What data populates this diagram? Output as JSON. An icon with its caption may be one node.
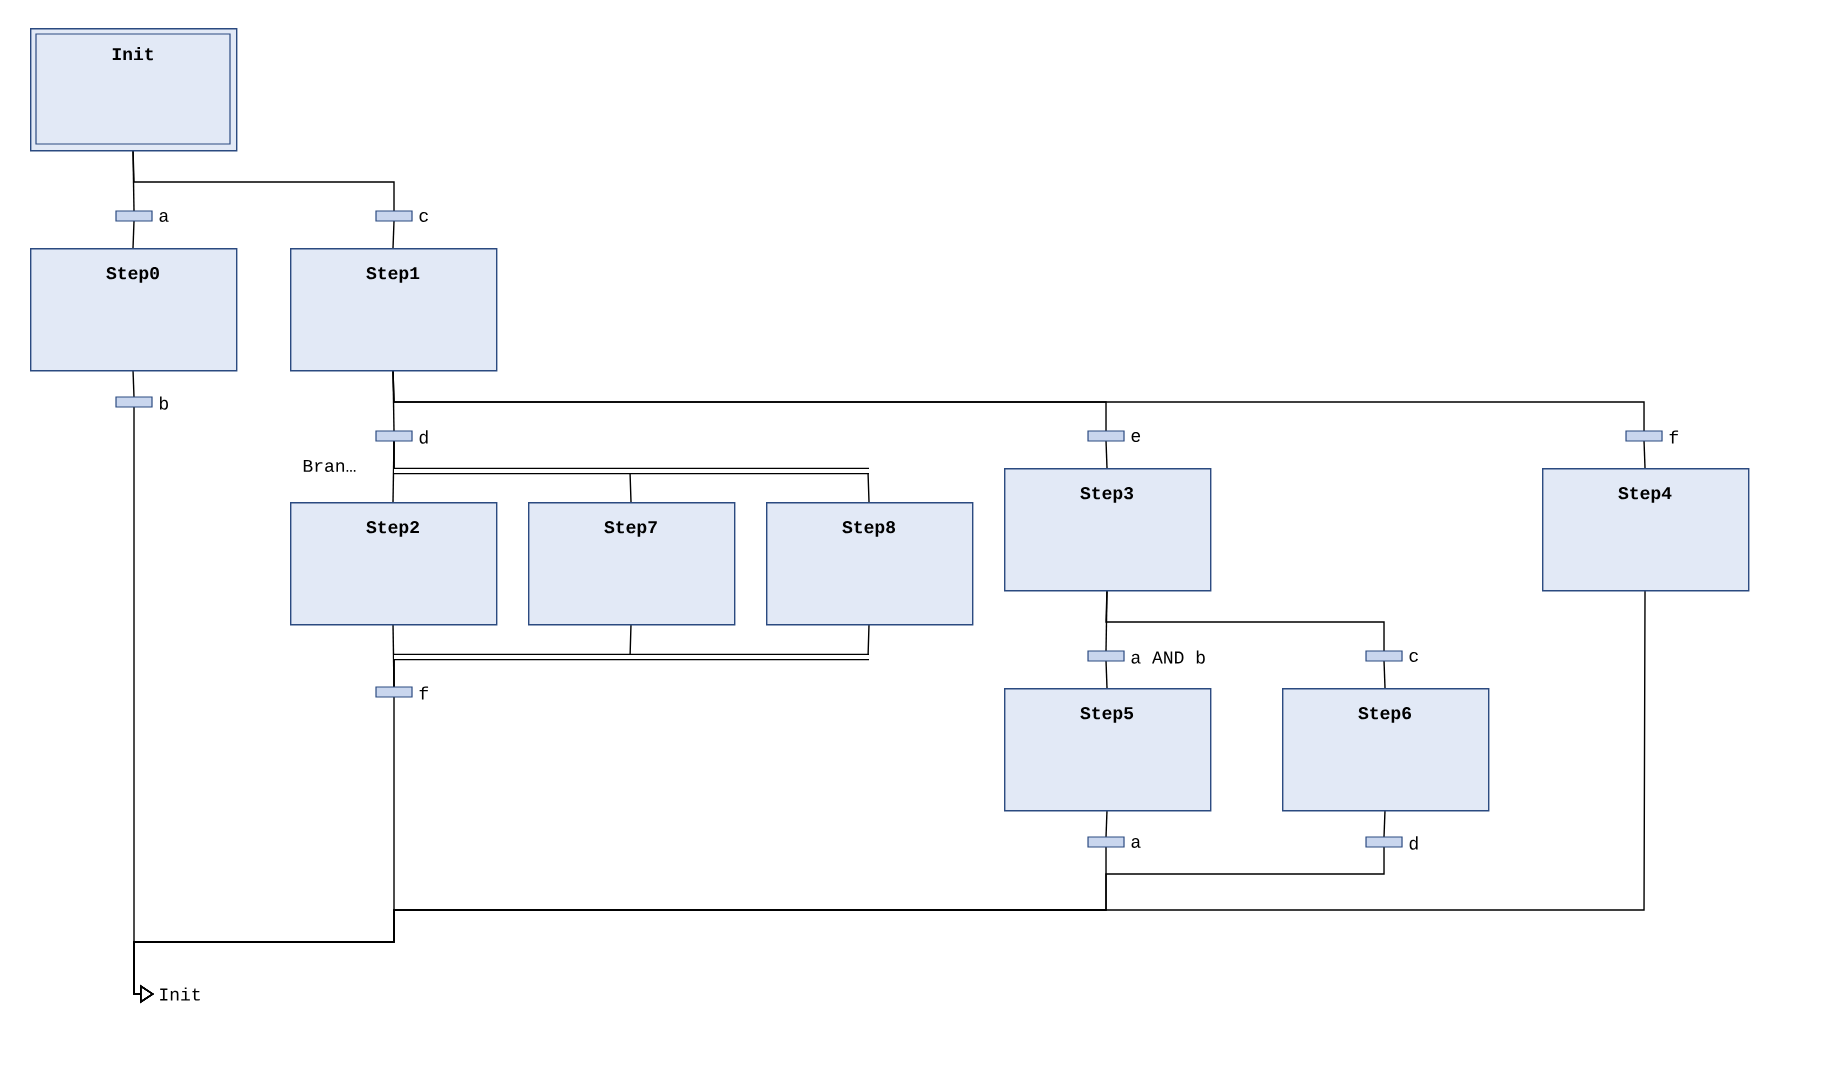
{
  "diagram": {
    "nodes": [
      {
        "text": [
          "Init"
        ]
      },
      {
        "text": [],
        "shape": "bar",
        "beside": [
          "a"
        ]
      },
      {
        "text": [],
        "shape": "bar",
        "beside": [
          "c"
        ]
      },
      {
        "text": [
          "Step0"
        ]
      },
      {
        "text": [
          "Step1"
        ]
      },
      {
        "text": [],
        "shape": "bar",
        "beside": [
          "b"
        ]
      },
      {
        "text": [],
        "shape": "bar",
        "beside": [
          "d"
        ]
      },
      {
        "text": [],
        "shape": "bar",
        "beside": [
          "e"
        ]
      },
      {
        "text": [],
        "shape": "bar",
        "beside": [
          "f"
        ]
      },
      {
        "text": [
          "Step2"
        ]
      },
      {
        "text": [
          "Step7"
        ]
      },
      {
        "text": [
          "Step8"
        ]
      },
      {
        "text": [
          "Step3"
        ]
      },
      {
        "text": [
          "Step4"
        ]
      },
      {
        "text": [],
        "shape": "bar",
        "beside": [
          "f"
        ]
      },
      {
        "text": [],
        "shape": "bar",
        "beside": [
          "a AND b"
        ]
      },
      {
        "text": [],
        "shape": "bar",
        "beside": [
          "c"
        ]
      },
      {
        "text": [
          "Step5"
        ]
      },
      {
        "text": [
          "Step6"
        ]
      },
      {
        "text": [],
        "shape": "bar",
        "beside": [
          "a"
        ]
      },
      {
        "text": [],
        "shape": "bar",
        "beside": [
          "d"
        ]
      },
      {
        "text": [
          "Init"
        ]
      }
    ],
    "edges": [
      {
        "from": 0,
        "to": 1,
        "arrow": "none"
      },
      {
        "from": 0,
        "to": 2,
        "arrow": "none"
      },
      {
        "from": 1,
        "to": 3,
        "arrow": "none"
      },
      {
        "from": 2,
        "to": 4,
        "arrow": "none"
      },
      {
        "from": 3,
        "to": 5,
        "arrow": "none"
      },
      {
        "from": 5,
        "to": 21,
        "arrow": "to"
      },
      {
        "from": 4,
        "to": 6,
        "arrow": "none"
      },
      {
        "from": 4,
        "to": 7,
        "arrow": "none"
      },
      {
        "from": 4,
        "to": 8,
        "arrow": "none"
      },
      {
        "from": 6,
        "to": 9,
        "arrow": "none"
      },
      {
        "from": 6,
        "to": 10,
        "arrow": "none"
      },
      {
        "from": 6,
        "to": 11,
        "arrow": "none"
      },
      {
        "from": 9,
        "to": 14,
        "arrow": "none"
      },
      {
        "from": 10,
        "to": 14,
        "arrow": "none"
      },
      {
        "from": 11,
        "to": 14,
        "arrow": "none"
      },
      {
        "from": 7,
        "to": 12,
        "arrow": "none"
      },
      {
        "from": 8,
        "to": 13,
        "arrow": "none"
      },
      {
        "from": 12,
        "to": 15,
        "arrow": "none"
      },
      {
        "from": 12,
        "to": 16,
        "arrow": "none"
      },
      {
        "from": 15,
        "to": 17,
        "arrow": "none"
      },
      {
        "from": 16,
        "to": 18,
        "arrow": "none"
      },
      {
        "from": 17,
        "to": 19,
        "arrow": "none"
      },
      {
        "from": 18,
        "to": 20,
        "arrow": "none"
      },
      {
        "from": 19,
        "to": 21,
        "arrow": "to"
      },
      {
        "from": 20,
        "to": 21,
        "arrow": "to"
      },
      {
        "from": 13,
        "to": 21,
        "arrow": "to"
      },
      {
        "from": 14,
        "to": 21,
        "arrow": "to"
      }
    ],
    "labels": [
      "Bran…"
    ]
  }
}
